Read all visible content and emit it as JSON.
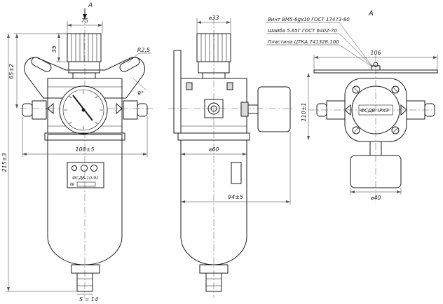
{
  "view_label": "A",
  "section_label": "A",
  "dimensions": {
    "width_75": "75",
    "height_35": "35",
    "radius_r25": "R2,5",
    "height_65": "65±2",
    "angle_9": "9°",
    "total_height": "215±3",
    "bowl_width": "108±5",
    "diameter_33": "⌀33",
    "diameter_60": "⌀60",
    "depth_94": "94±5",
    "width_106": "106",
    "height_110": "110±1",
    "diameter_40": "⌀40",
    "wrench": "S = 14"
  },
  "callouts": [
    "Винт ВМ5-6gx10 ГОСТ 17473-80",
    "Шайба 5.65Г ГОСТ 6402-70",
    "Пластина ЦТКА.741328.100"
  ],
  "labels": {
    "model": "ФСДВ-10-91",
    "number_prefix": "№",
    "plate_fsdv": "ФСДВ",
    "plate_irkz": "IРХЗ"
  }
}
